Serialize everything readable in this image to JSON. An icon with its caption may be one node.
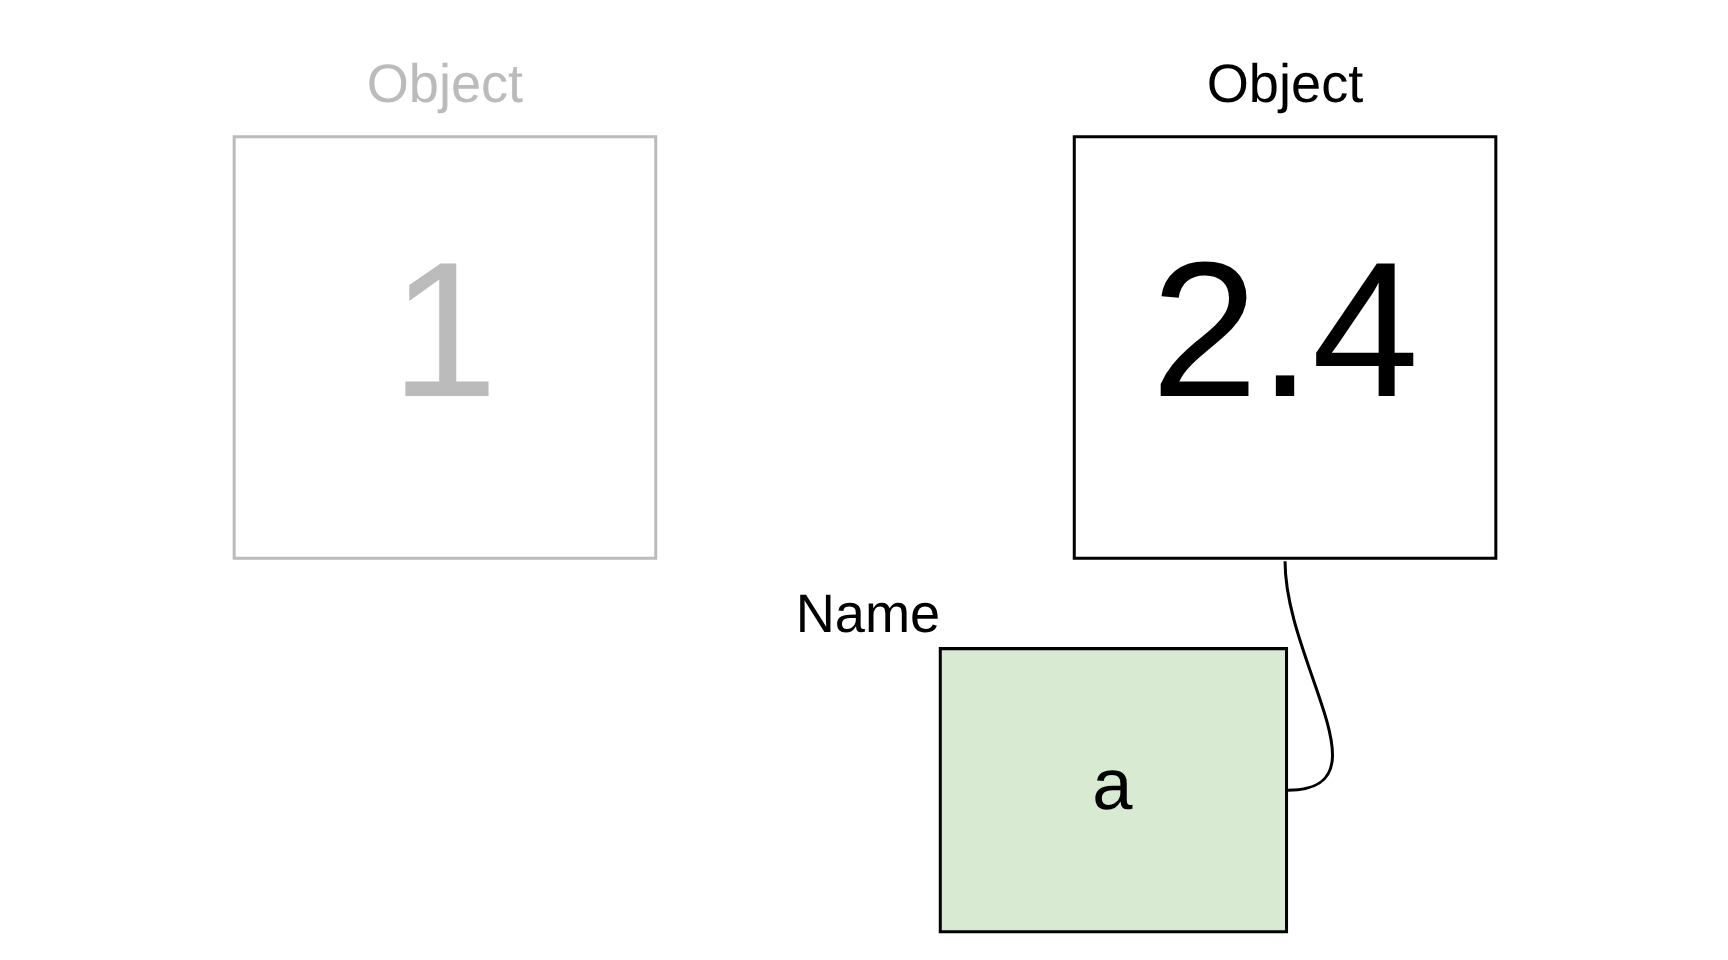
{
  "diagram": {
    "nodes": [
      {
        "text": [
          "Object",
          "1"
        ]
      },
      {
        "text": [
          "Object",
          "2.4"
        ]
      },
      {
        "text": [
          "a"
        ],
        "beside": [
          "Name"
        ]
      }
    ],
    "edges": [
      {
        "from": 1,
        "to": 2,
        "arrow": "none"
      }
    ]
  }
}
